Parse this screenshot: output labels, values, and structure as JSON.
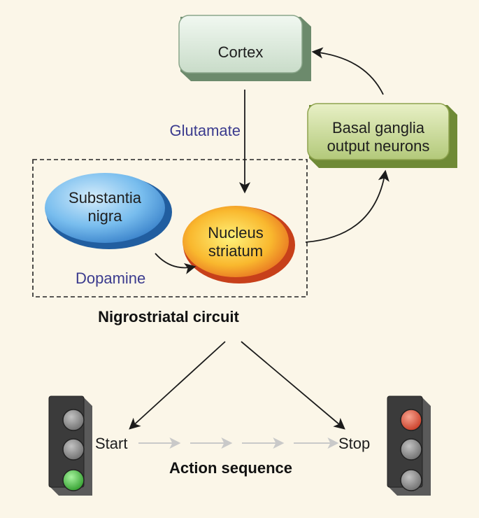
{
  "nodes": {
    "cortex": "Cortex",
    "basal_ganglia_line1": "Basal ganglia",
    "basal_ganglia_line2": "output neurons",
    "substantia_nigra_line1": "Substantia",
    "substantia_nigra_line2": "nigra",
    "nucleus_striatum_line1": "Nucleus",
    "nucleus_striatum_line2": "striatum"
  },
  "edges": {
    "glutamate": "Glutamate",
    "dopamine": "Dopamine"
  },
  "circuit_label": "Nigrostriatal circuit",
  "action": {
    "start": "Start",
    "stop": "Stop",
    "sequence_label": "Action sequence"
  },
  "colors": {
    "background": "#fbf6e8",
    "cortex_box": "#dcebdc",
    "basal_ganglia_box": "#c9da95",
    "substantia_nigra": "#62aee6",
    "nucleus_striatum": "#f6a22a",
    "light_green": "#4fc44a",
    "light_red": "#e55a44",
    "label_blue": "#3b3b8e"
  }
}
